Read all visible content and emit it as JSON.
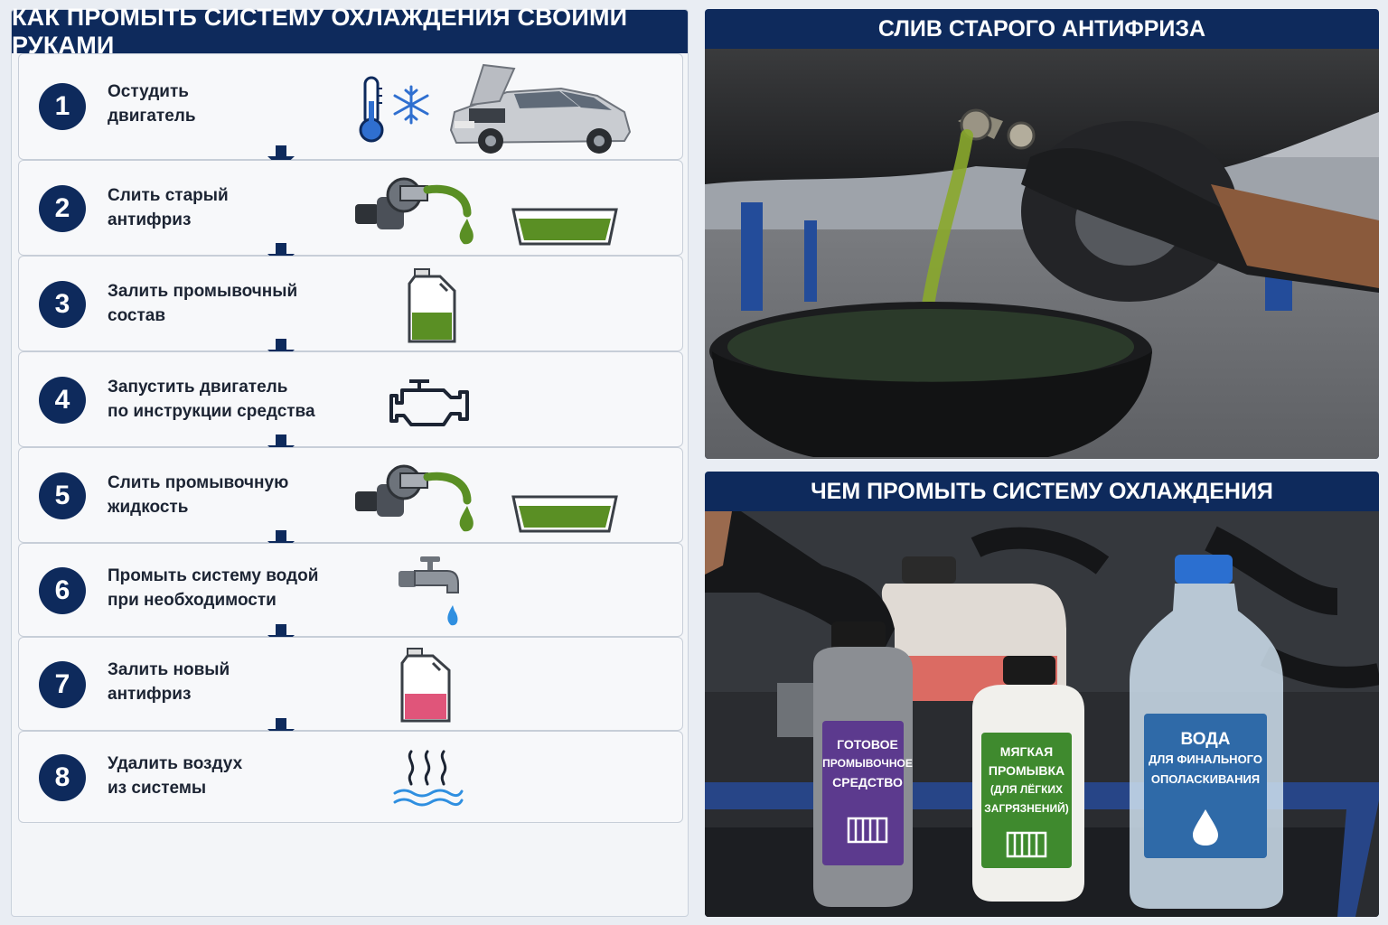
{
  "left": {
    "title": "КАК ПРОМЫТЬ СИСТЕМУ ОХЛАЖДЕНИЯ СВОИМИ РУКАМИ",
    "steps": [
      {
        "num": "1",
        "line1": "Остудить",
        "line2": "двигатель",
        "icons": [
          "thermometer-icon",
          "snowflake-icon",
          "car-hood-open-icon"
        ]
      },
      {
        "num": "2",
        "line1": "Слить старый",
        "line2": "антифриз",
        "icons": [
          "drain-plug-icon",
          "drain-pan-icon"
        ]
      },
      {
        "num": "3",
        "line1": "Залить промывочный",
        "line2": "состав",
        "icons": [
          "flush-canister-icon"
        ]
      },
      {
        "num": "4",
        "line1": "Запустить двигатель",
        "line2": "по инструкции средства",
        "icons": [
          "engine-icon"
        ]
      },
      {
        "num": "5",
        "line1": "Слить промывочную",
        "line2": "жидкость",
        "icons": [
          "drain-plug-icon",
          "drain-pan-icon"
        ]
      },
      {
        "num": "6",
        "line1": "Промыть систему водой",
        "line2": "при необходимости",
        "icons": [
          "water-tap-icon"
        ]
      },
      {
        "num": "7",
        "line1": "Залить новый",
        "line2": "антифриз",
        "icons": [
          "antifreeze-canister-icon"
        ]
      },
      {
        "num": "8",
        "line1": "Удалить воздух",
        "line2": "из системы",
        "icons": [
          "steam-icon"
        ]
      }
    ]
  },
  "right_top": {
    "title": "СЛИВ СТАРОГО АНТИФРИЗА"
  },
  "right_bottom": {
    "title": "ЧЕМ ПРОМЫТЬ СИСТЕМУ ОХЛАЖДЕНИЯ",
    "bottles": [
      {
        "label": [
          "ГОТОВОЕ",
          "ПРОМЫВОЧНОЕ",
          "СРЕДСТВО"
        ]
      },
      {
        "label": [
          "МЯГКАЯ",
          "ПРОМЫВКА",
          "(ДЛЯ ЛЁГКИХ",
          "ЗАГРЯЗНЕНИЙ)"
        ]
      },
      {
        "label": [
          "ВОДА",
          "ДЛЯ ФИНАЛЬНОГО",
          "ОПОЛАСКИВАНИЯ"
        ]
      }
    ]
  },
  "colors": {
    "navy": "#0e2a5c",
    "green_fluid": "#5a8f24",
    "pink_fluid": "#e0557a",
    "purple_label": "#5c3a8e",
    "green_label": "#3f8a2e",
    "blue_label": "#2f6aa8"
  }
}
